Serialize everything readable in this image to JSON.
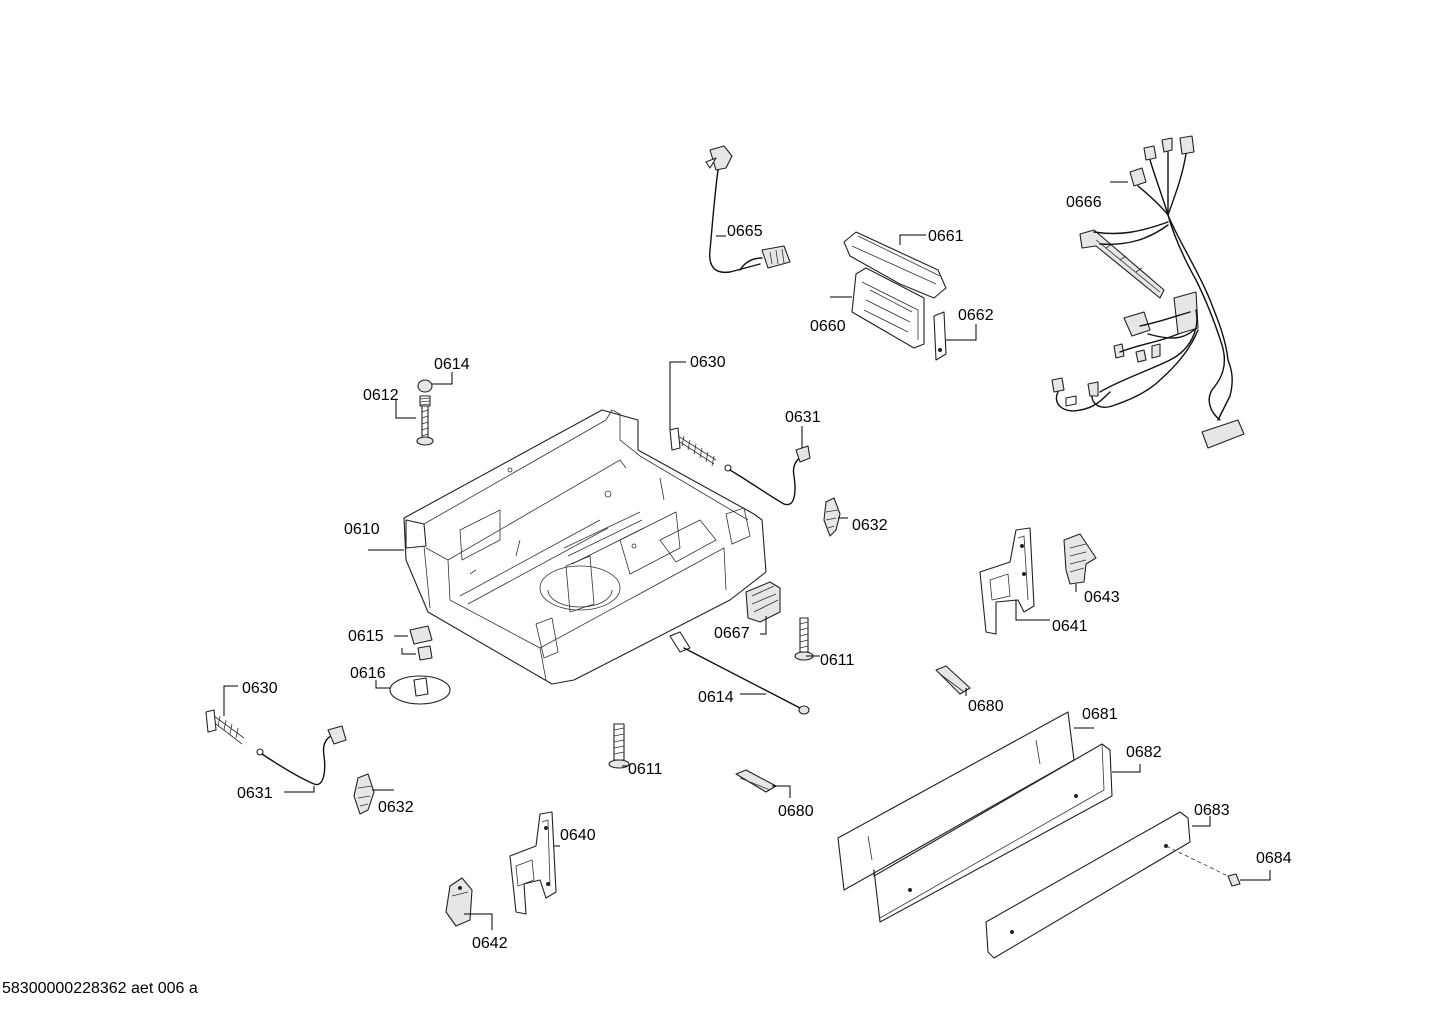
{
  "callouts": {
    "c0665": "0665",
    "c0661": "0661",
    "c0666": "0666",
    "c0660": "0660",
    "c0662": "0662",
    "c0614a": "0614",
    "c0612": "0612",
    "c0630a": "0630",
    "c0631a": "0631",
    "c0632a": "0632",
    "c0610": "0610",
    "c0643": "0643",
    "c0641": "0641",
    "c0667": "0667",
    "c0611a": "0611",
    "c0615": "0615",
    "c0616": "0616",
    "c0614b": "0614",
    "c0680a": "0680",
    "c0630b": "0630",
    "c0681": "0681",
    "c0682": "0682",
    "c0611b": "0611",
    "c0631b": "0631",
    "c0632b": "0632",
    "c0680b": "0680",
    "c0640": "0640",
    "c0683": "0683",
    "c0684": "0684",
    "c0642": "0642"
  },
  "footer": "58300000228362 aet 006 a"
}
